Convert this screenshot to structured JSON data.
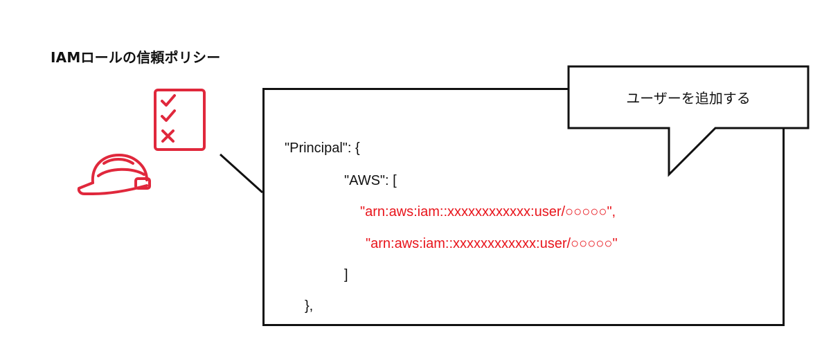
{
  "diagram": {
    "title": "IAMロールの信頼ポリシー",
    "callout": {
      "text": "ユーザーを追加する"
    },
    "code": {
      "lines": [
        "\"Principal\": {",
        "\"AWS\": [",
        "\"arn:aws:iam::xxxxxxxxxxxx:user/○○○○○\",",
        "\"arn:aws:iam::xxxxxxxxxxxx:user/○○○○○\"",
        "]",
        "},"
      ]
    },
    "icons": {
      "checklist": "checklist-icon",
      "helmet": "hard-hat-icon"
    },
    "colors": {
      "accent": "#e0283c",
      "highlight_text": "#e8141b",
      "stroke": "#111111"
    }
  }
}
